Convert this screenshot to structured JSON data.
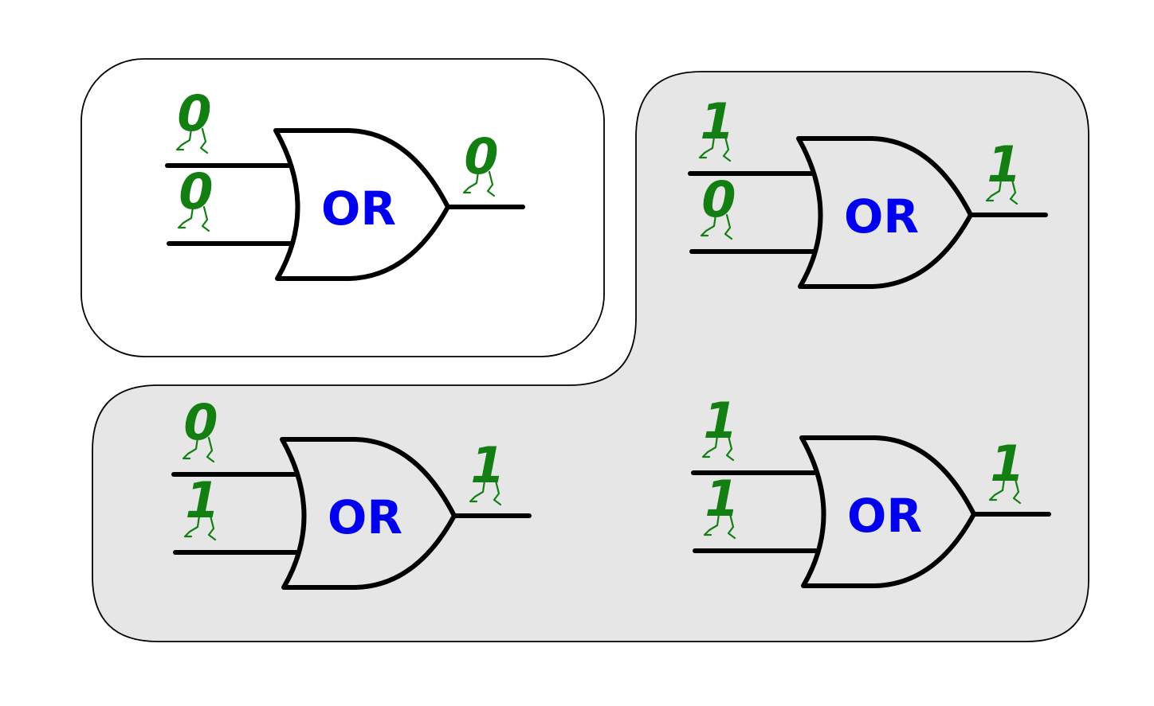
{
  "colors": {
    "gate_label": "#0000ee",
    "bit_figure": "#137f13",
    "truthy_region_fill": "#e6e6e6",
    "falsy_region_fill": "#ffffff",
    "outline": "#000000"
  },
  "gates": [
    {
      "id": "gate-0-0",
      "label": "OR",
      "inputs": [
        "0",
        "0"
      ],
      "output": "0"
    },
    {
      "id": "gate-1-0",
      "label": "OR",
      "inputs": [
        "1",
        "0"
      ],
      "output": "1"
    },
    {
      "id": "gate-0-1",
      "label": "OR",
      "inputs": [
        "0",
        "1"
      ],
      "output": "1"
    },
    {
      "id": "gate-1-1",
      "label": "OR",
      "inputs": [
        "1",
        "1"
      ],
      "output": "1"
    }
  ]
}
